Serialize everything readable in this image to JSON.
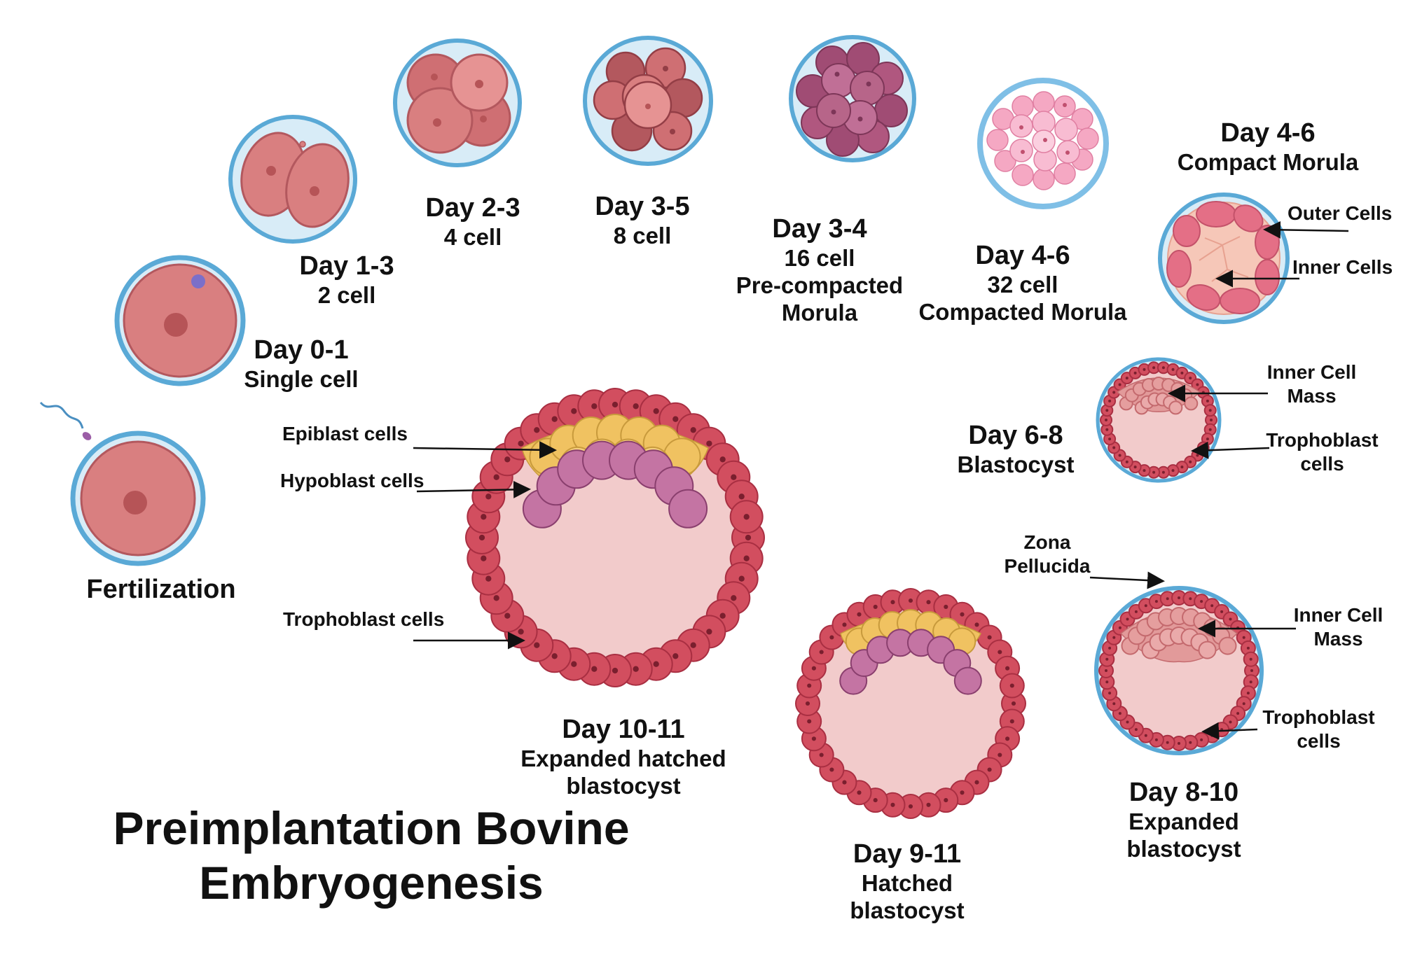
{
  "title": {
    "line1": "Preimplantation Bovine",
    "line2": "Embryogenesis"
  },
  "stages": {
    "fertilization": {
      "title": "Fertilization"
    },
    "single_cell": {
      "title": "Day 0-1",
      "subtitle": "Single cell"
    },
    "two_cell": {
      "title": "Day 1-3",
      "subtitle": "2 cell"
    },
    "four_cell": {
      "title": "Day 2-3",
      "subtitle": "4 cell"
    },
    "eight_cell": {
      "title": "Day 3-5",
      "subtitle": "8 cell"
    },
    "sixteen_cell": {
      "title": "Day 3-4",
      "subtitle": "16 cell",
      "subtitle2": "Pre-compacted",
      "subtitle3": "Morula"
    },
    "thirtytwo_cell": {
      "title": "Day 4-6",
      "subtitle": "32 cell",
      "subtitle2": "Compacted Morula"
    },
    "compact_morula": {
      "title": "Day 4-6",
      "subtitle": "Compact Morula"
    },
    "blastocyst": {
      "title": "Day 6-8",
      "subtitle": "Blastocyst"
    },
    "expanded_blastocyst": {
      "title": "Day 8-10",
      "subtitle": "Expanded",
      "subtitle2": "blastocyst"
    },
    "hatched_blastocyst": {
      "title": "Day 9-11",
      "subtitle": "Hatched",
      "subtitle2": "blastocyst"
    },
    "expanded_hatched": {
      "title": "Day 10-11",
      "subtitle": "Expanded hatched",
      "subtitle2": "blastocyst"
    }
  },
  "annotations": {
    "outer_cells": "Outer Cells",
    "inner_cells": "Inner Cells",
    "icm_b_1": "Inner Cell",
    "icm_b_2": "Mass",
    "tropho_b_1": "Trophoblast",
    "tropho_b_2": "cells",
    "zona_1": "Zona",
    "zona_2": "Pellucida",
    "icm_e_1": "Inner Cell",
    "icm_e_2": "Mass",
    "tropho_e_1": "Trophoblast",
    "tropho_e_2": "cells",
    "epiblast": "Epiblast cells",
    "hypoblast": "Hypoblast cells",
    "trophoblast": "Trophoblast cells"
  },
  "colors": {
    "zona_outer": "#5aa9d6",
    "zona_inner": "#d8ecf7",
    "cell": "#d97f80",
    "cell_dark": "#b3585e",
    "nucleus": "#b65457",
    "trophoblast": "#d24e5f",
    "trophoblast_stroke": "#a92f42",
    "blastocoel": "#f2cbcb",
    "epiblast": "#f0c261",
    "hypoblast": "#c474a3",
    "pink_morula": "#f5a8c3",
    "purple_morula": "#b0577f"
  }
}
